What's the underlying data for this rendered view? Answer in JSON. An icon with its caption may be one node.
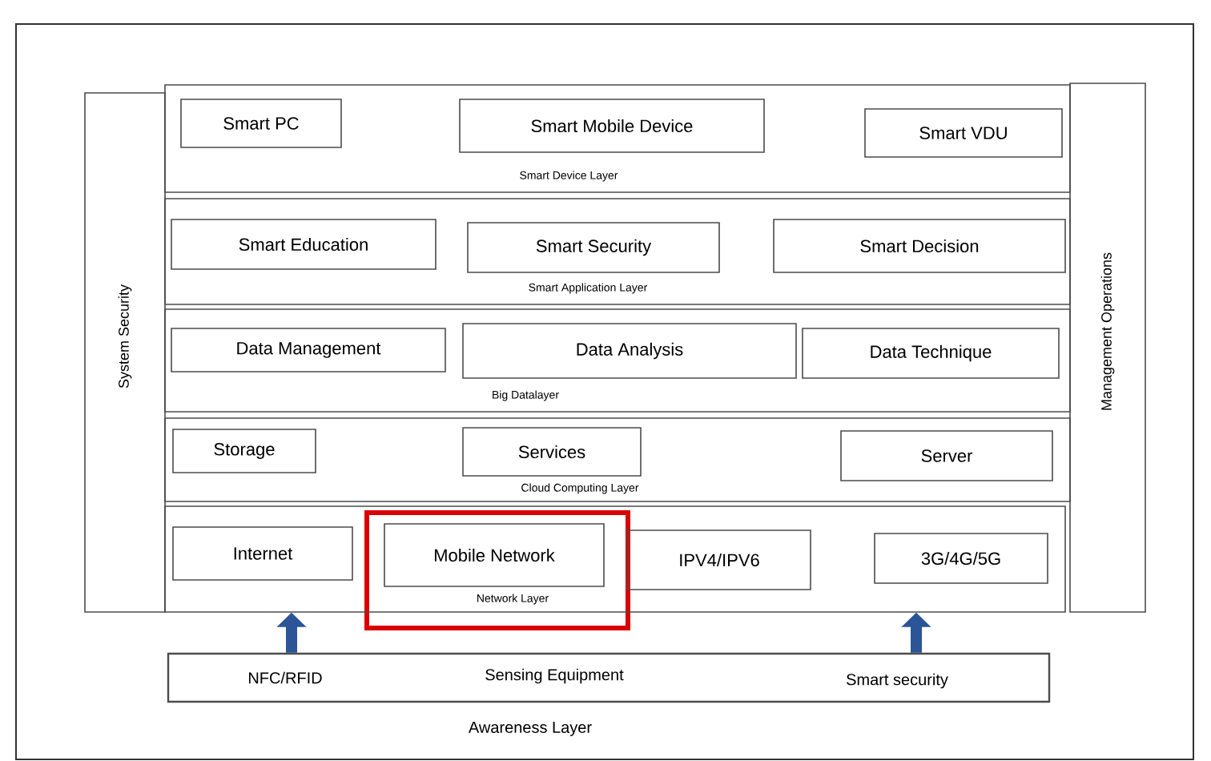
{
  "diagram": {
    "nodes": [
      {
        "text": [
          "System Security"
        ]
      },
      {
        "text": [
          "Management Operations"
        ]
      },
      {
        "text": [
          "Smart Device Layer"
        ]
      },
      {
        "text": [
          "Smart PC"
        ],
        "in": 2
      },
      {
        "text": [
          "Smart Mobile Device"
        ],
        "in": 2
      },
      {
        "text": [
          "Smart VDU"
        ],
        "in": 2
      },
      {
        "text": [
          "Smart Application Layer"
        ]
      },
      {
        "text": [
          "Smart Education"
        ],
        "in": 6
      },
      {
        "text": [
          "Smart Security"
        ],
        "in": 6
      },
      {
        "text": [
          "Smart Decision"
        ],
        "in": 6
      },
      {
        "text": [
          "Big Datalayer"
        ]
      },
      {
        "text": [
          "Data Management"
        ],
        "in": 10
      },
      {
        "text": [
          "Data Analysis"
        ],
        "in": 10
      },
      {
        "text": [
          "Data Technique"
        ],
        "in": 10
      },
      {
        "text": [
          "Cloud Computing Layer"
        ]
      },
      {
        "text": [
          "Storage"
        ],
        "in": 14
      },
      {
        "text": [
          "Services"
        ],
        "in": 14
      },
      {
        "text": [
          "Server"
        ],
        "in": 14
      },
      {
        "text": [
          "Network Layer"
        ]
      },
      {
        "text": [
          "Internet"
        ],
        "in": 18
      },
      {
        "text": [
          "Mobile Network"
        ],
        "in": 18
      },
      {
        "text": [
          "IPV4/IPV6"
        ],
        "in": 18
      },
      {
        "text": [
          "3G/4G/5G"
        ],
        "in": 18
      },
      {
        "text": [
          "NFC/RFID",
          "Sensing Equipment",
          "Smart security",
          "Awareness Layer"
        ]
      }
    ],
    "edges": [
      {
        "from": 23,
        "to": 18,
        "arrow": "to",
        "color": "#2b5597"
      },
      {
        "from": 23,
        "to": 18,
        "arrow": "to",
        "color": "#2b5597"
      }
    ]
  }
}
